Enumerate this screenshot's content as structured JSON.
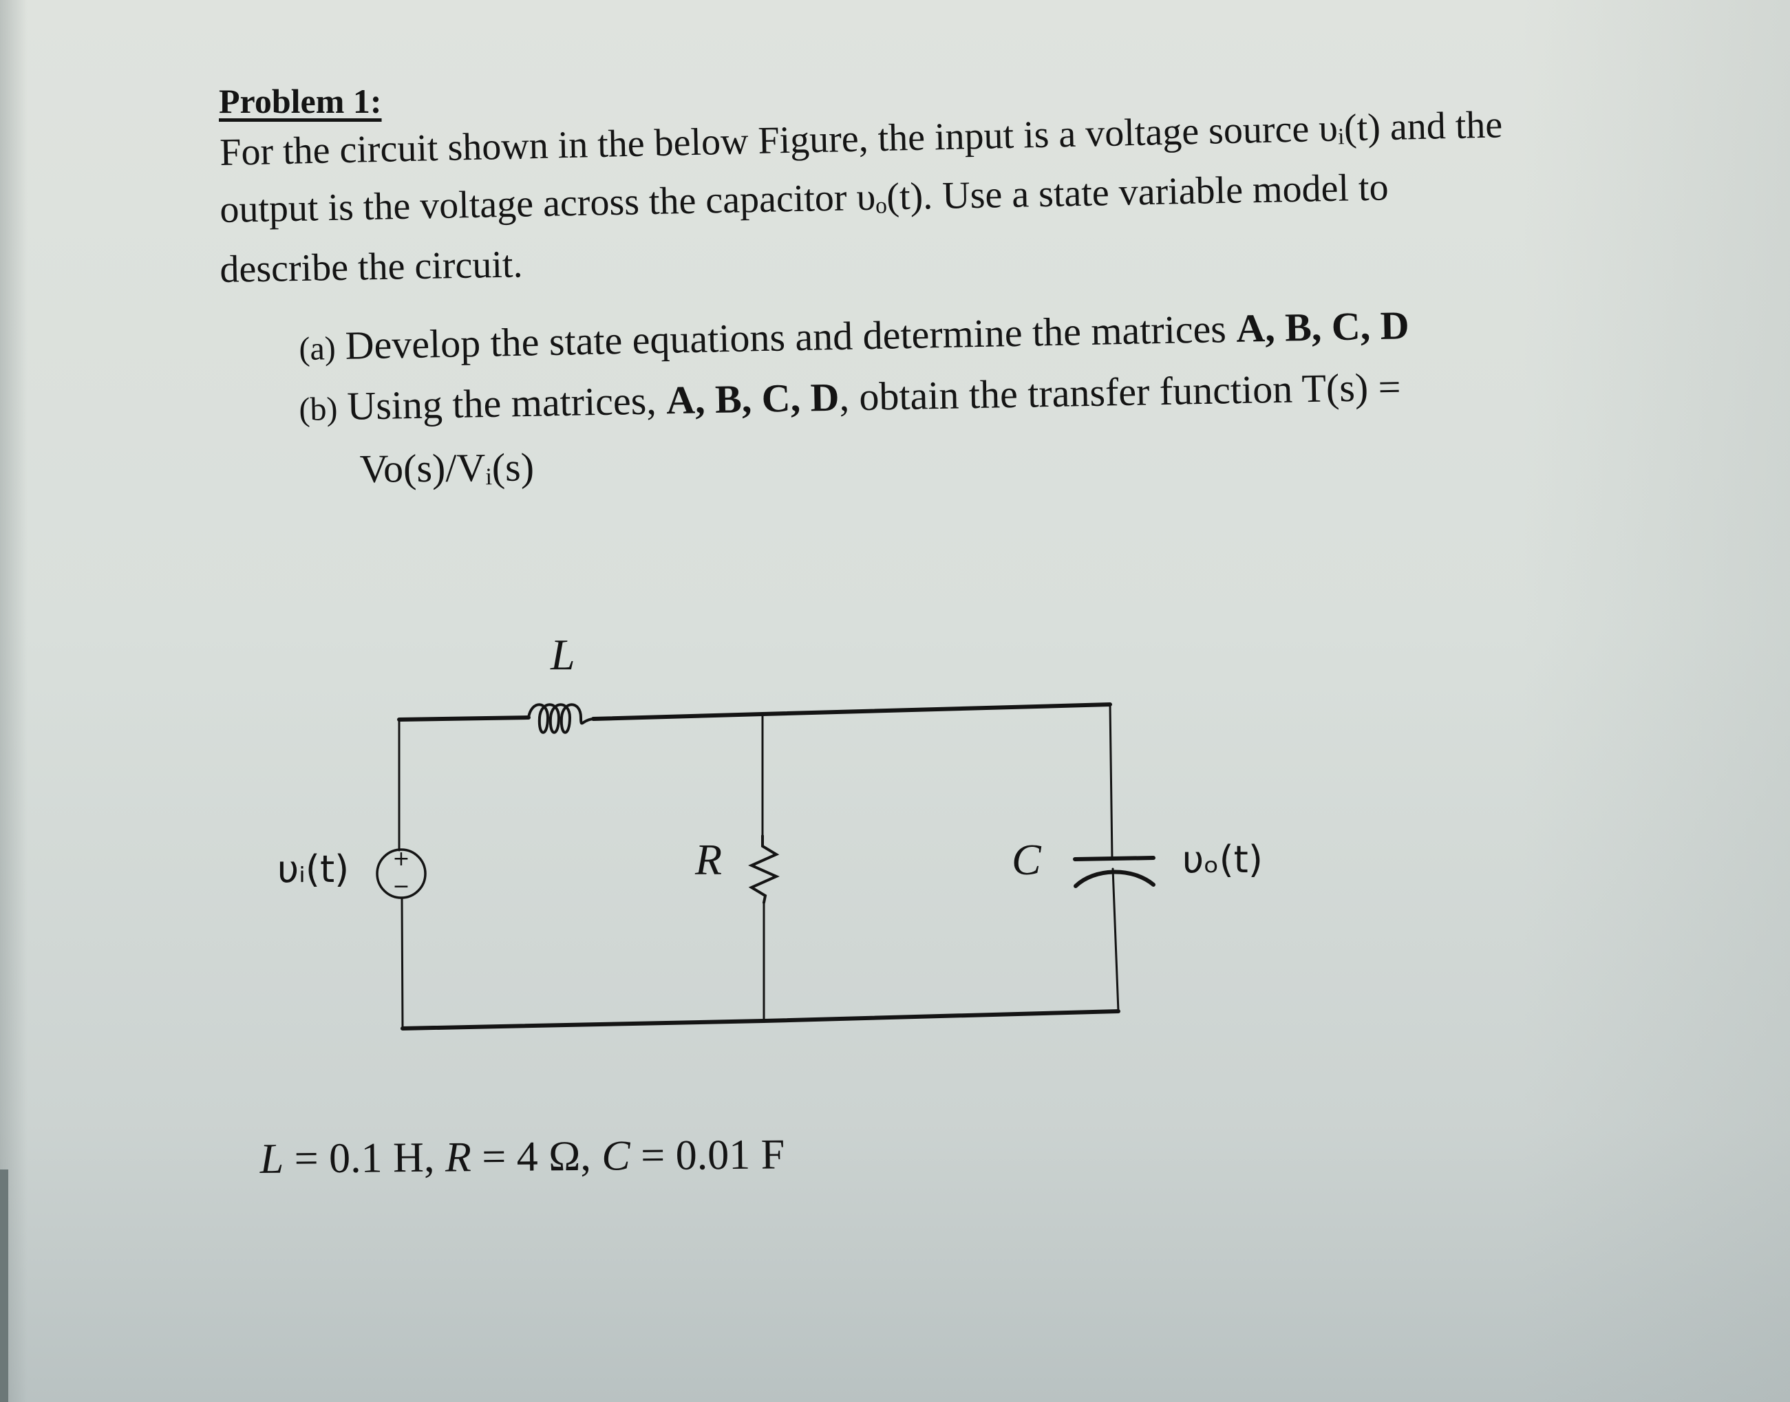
{
  "problem": {
    "heading": "Problem 1:",
    "paragraph_lines": [
      "For the circuit shown in the below Figure, the input is a voltage source υᵢ(t) and the",
      "output is the voltage across the capacitor υₒ(t). Use a state variable model to",
      "describe the circuit."
    ],
    "parts": [
      {
        "label": "(a)",
        "text_pre": "Develop the state equations and determine the matrices ",
        "text_bold": "A, B, C, D",
        "text_post": ""
      },
      {
        "label": "(b)",
        "text_pre": "Using the matrices, ",
        "text_bold": "A, B, C, D",
        "text_post": ", obtain the transfer function T(s) =",
        "continuation": "Vo(s)/Vᵢ(s)"
      }
    ]
  },
  "circuit": {
    "source_label": "υᵢ(t)",
    "source_polarity_plus": "+",
    "source_polarity_minus": "−",
    "inductor_label": "L",
    "resistor_label": "R",
    "capacitor_label": "C",
    "output_label": "υₒ(t)",
    "topology": "series L from source to node; R and C in parallel from node to ground"
  },
  "values": {
    "L_sym": "L",
    "L_val": " = 0.1 H, ",
    "R_sym": "R",
    "R_val": " = 4 Ω, ",
    "C_sym": "C",
    "C_val": " = 0.01 F"
  },
  "colors": {
    "paper": "#dce1dd",
    "ink": "#141414"
  }
}
